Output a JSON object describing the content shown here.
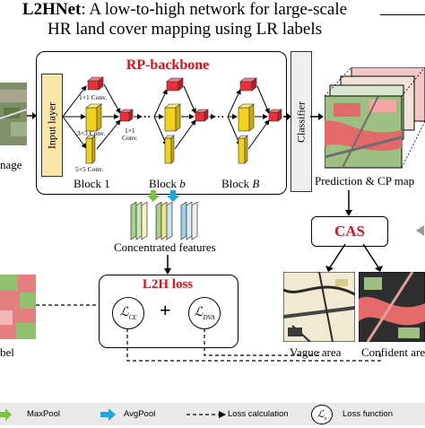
{
  "title": {
    "name": "L2HNet",
    "rest_line1": ": A low-to-high network for large-scale",
    "line2": "HR land cover mapping using LR labels"
  },
  "labels": {
    "image_crop": "nage",
    "label_crop": "bel",
    "rp_backbone": "RP-backbone",
    "input_layer": "Input layer",
    "classifier": "Classifier",
    "block_1": "Block 1",
    "block_b_word": "Block ",
    "block_b": "b",
    "block_B_word": "Block ",
    "block_B": "B",
    "conv_1x1": "1×1 Conv.",
    "conv_3x3": "3×3 Conv.",
    "conv_5x5": "5×5 Conv.",
    "conv_1x1_b": "1×1",
    "conv_1x1_b2": "Conv.",
    "prediction": "Prediction & CP map",
    "concentrated": "Concentrated features",
    "cas": "CAS",
    "l2h_loss": "L2H loss",
    "loss_ce": "CE",
    "loss_dva": "DVA",
    "vague_area": "Vague area",
    "confident_area": "Confident are"
  },
  "legend": {
    "maxpool": "MaxPool",
    "avgpool": "AvgPool",
    "loss_calc": "Loss calculation",
    "loss_fn": "Loss function",
    "loss_symbol": "x"
  },
  "colors": {
    "accent_red": "#d2141e",
    "conv_red": "#e8303a",
    "conv_yellow": "#f2d21c",
    "input_fill": "#f7e6a6",
    "maxpool_green": "#7cc242",
    "avgpool_blue": "#1fa5e0"
  }
}
